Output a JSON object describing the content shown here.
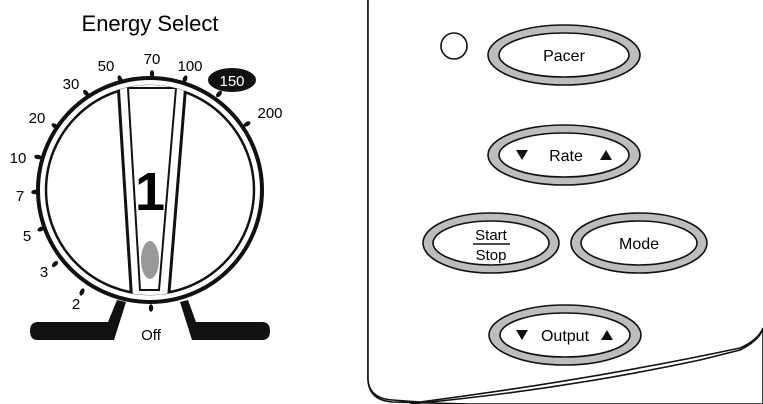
{
  "energy_select": {
    "title": "Energy Select",
    "dial_number": "1",
    "selected_value": "150",
    "settings": [
      {
        "label": "Off"
      },
      {
        "label": "2"
      },
      {
        "label": "3"
      },
      {
        "label": "5"
      },
      {
        "label": "7"
      },
      {
        "label": "10"
      },
      {
        "label": "20"
      },
      {
        "label": "30"
      },
      {
        "label": "50"
      },
      {
        "label": "70"
      },
      {
        "label": "100"
      },
      {
        "label": "150",
        "selected": true
      },
      {
        "label": "200"
      }
    ]
  },
  "pacer_panel": {
    "indicator_light": "off",
    "pacer_button": "Pacer",
    "rate_button": "Rate",
    "start_stop_button": {
      "top": "Start",
      "bottom": "Stop"
    },
    "mode_button": "Mode",
    "output_button": "Output"
  },
  "icons": {
    "decrease": "triangle-down-icon",
    "increase": "triangle-up-icon"
  },
  "colors": {
    "button_ring": "#bdbdbd",
    "dial_marker": "#999999",
    "ink": "#111111"
  }
}
